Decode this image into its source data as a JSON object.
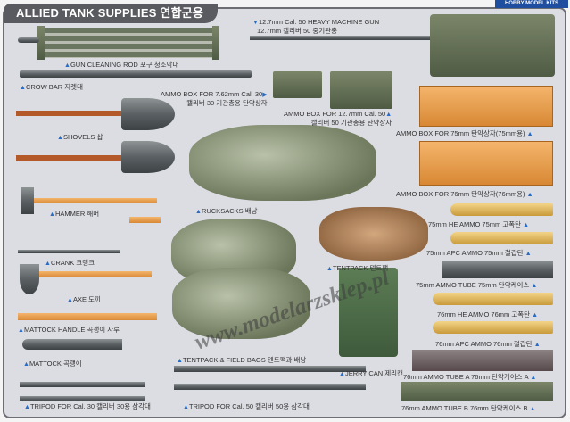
{
  "title": "ALLIED TANK SUPPLIES  연합군용",
  "brand": "HOBBY MODEL KITS",
  "marker": "▲",
  "marker_down": "▼",
  "marker_right": "▶",
  "items": {
    "hmg": [
      "12.7mm Cal. 50 HEAVY MACHINE GUN",
      "12.7mm 캘리버 50 중기관총"
    ],
    "cleaning_rod": "GUN CLEANING ROD  포구 청소막대",
    "crow_bar": "CROW BAR  지렛대",
    "ammo_box_30": [
      "AMMO BOX FOR 7.62mm Cal. 30",
      "캘리버 30 기관총용 탄약상자"
    ],
    "ammo_box_50": [
      "AMMO BOX FOR 12.7mm Cal. 50",
      "캘리버 50 기관총용 탄약상자"
    ],
    "ammo_box_75": "AMMO BOX FOR 75mm    탄약상자(75mm용)",
    "ammo_box_76": "AMMO BOX FOR 76mm    탄약상자(76mm용)",
    "shovels": "SHOVELS  삽",
    "hammer": "HAMMER  해머",
    "rucksacks": "RUCKSACKS   배낭",
    "crank": "CRANK  크랭크",
    "tentpack": "TENTPACK  텐트팩",
    "he_75": "75mm HE AMMO  75mm 고폭탄",
    "apc_75": "75mm APC AMMO  75mm 철갑탄",
    "tube_75": "75mm AMMO TUBE  75mm 탄약케이스",
    "axe": "AXE  도끼",
    "he_76": "76mm HE AMMO  76mm 고폭탄",
    "apc_76": "76mm APC AMMO  76mm 철갑탄",
    "mattock_handle": "MATTOCK HANDLE  곡괭이 자루",
    "tentpack_bags": "TENTPACK & FIELD BAGS  텐트팩과 배낭",
    "jerry_can": "JERRY CAN  제리캔",
    "mattock": "MATTOCK  곡괭이",
    "tube_76a": "76mm AMMO TUBE A  76mm 탄약케이스 A",
    "tube_76b": "76mm AMMO TUBE B  76mm 탄약케이스 B",
    "tripod_30": "TRIPOD FOR Cal. 30  캘리버 30용 삼각대",
    "tripod_50": "TRIPOD FOR Cal. 50   캘리버 50용 삼각대"
  },
  "watermark": "www.modelarzsklep.pl"
}
